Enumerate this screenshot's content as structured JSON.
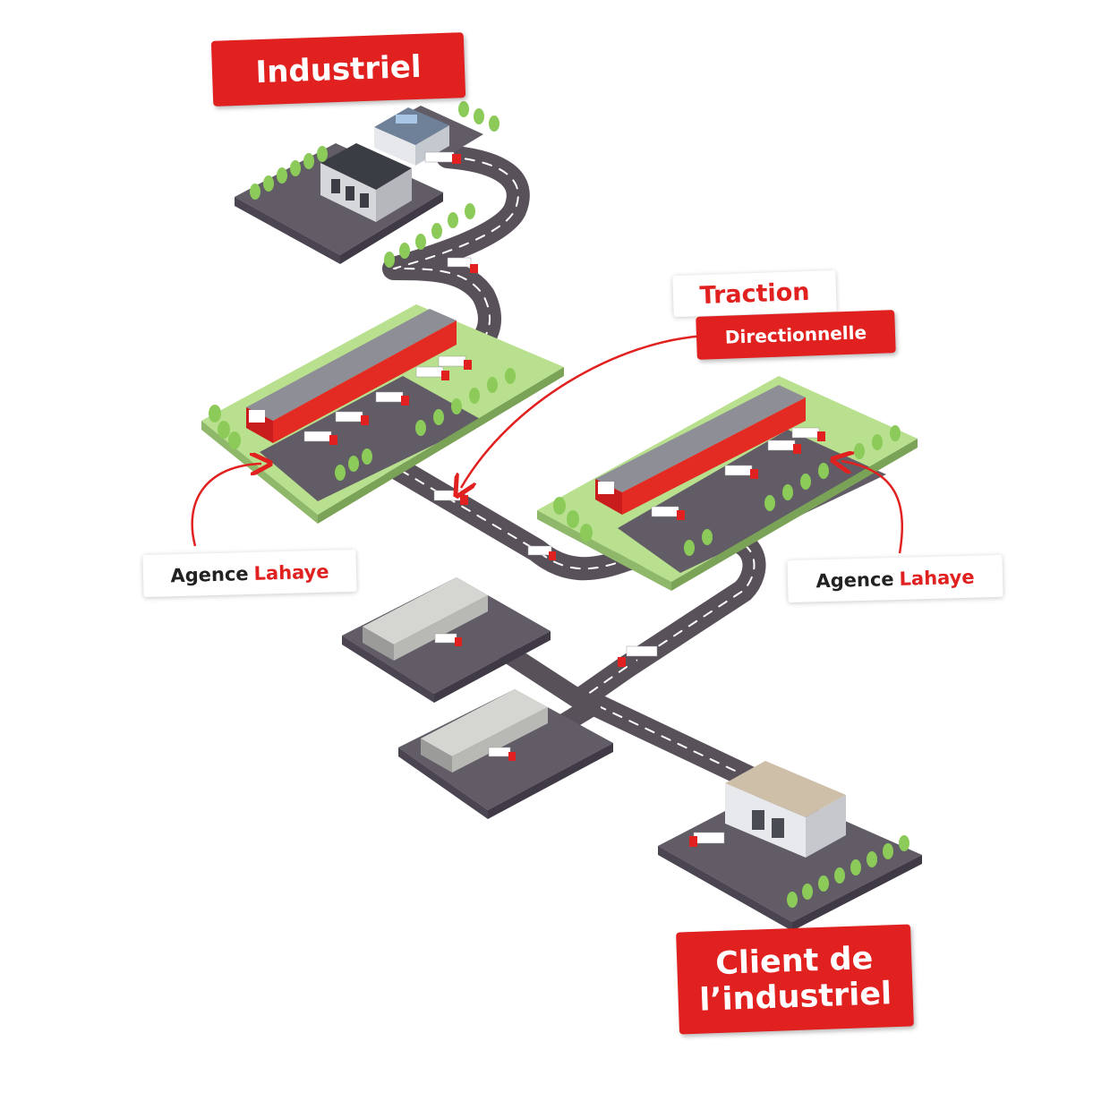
{
  "labels": {
    "industriel": "Industriel",
    "client_line1": "Client de",
    "client_line2": "l’industriel",
    "traction": "Traction",
    "directionnelle": "Directionnelle",
    "agence_left_prefix": "Agence",
    "agence_left_name": "Lahaye",
    "agence_right_prefix": "Agence",
    "agence_right_name": "Lahaye"
  },
  "colors": {
    "brand_red": "#e0211f",
    "road": "#58515a",
    "lot": "#615c66",
    "grass": "#b9e08e",
    "tree": "#8ccb5a",
    "warehouse_roof": "#8e8f96",
    "warehouse_wall": "#e32b24"
  }
}
